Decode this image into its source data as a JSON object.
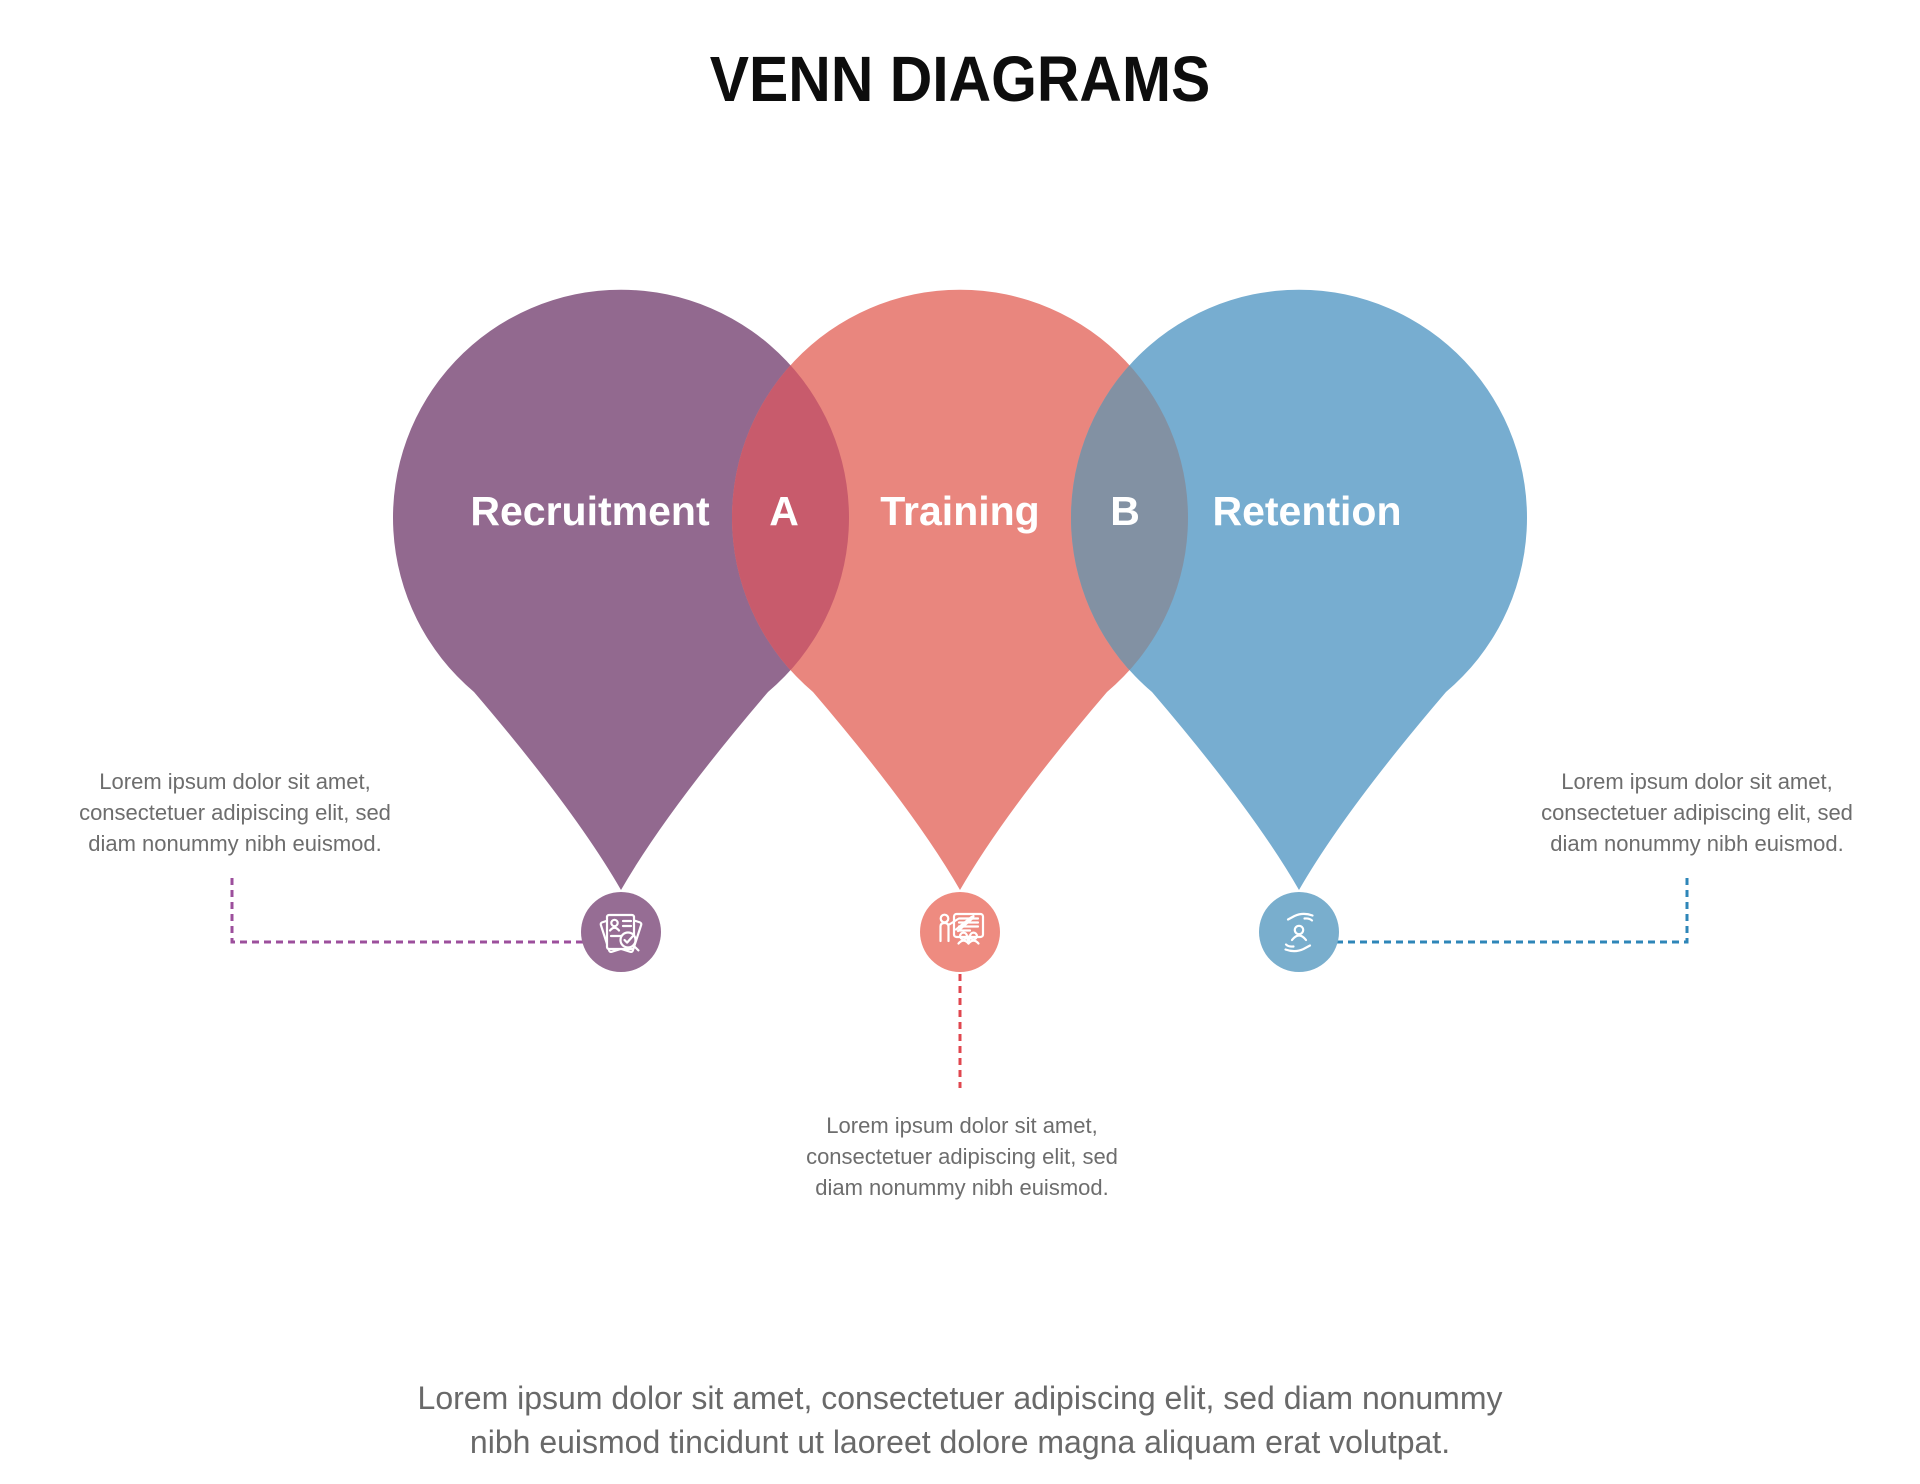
{
  "title": "VENN DIAGRAMS",
  "venn": {
    "sets": [
      {
        "label": "Recruitment",
        "color": "#92698f",
        "icon_circle_color": "#966d94",
        "icon": "resume-search-icon"
      },
      {
        "label": "Training",
        "color": "#e9867e",
        "icon_circle_color": "#ee8b80",
        "icon": "training-presentation-icon"
      },
      {
        "label": "Retention",
        "color": "#77add0",
        "icon_circle_color": "#79aecd",
        "icon": "employee-care-hands-icon"
      }
    ],
    "intersections": [
      {
        "label": "A",
        "color": "#c85b6c"
      },
      {
        "label": "B",
        "color": "#8291a3"
      }
    ]
  },
  "connectors": {
    "left": {
      "color": "#9c4f9c"
    },
    "middle": {
      "color": "#e0474f"
    },
    "right": {
      "color": "#2e86b8"
    }
  },
  "annotations": {
    "left": {
      "lines": [
        "Lorem ipsum dolor sit amet,",
        "consectetuer adipiscing elit, sed",
        "diam nonummy nibh euismod."
      ]
    },
    "middle": {
      "lines": [
        "Lorem ipsum dolor sit amet,",
        "consectetuer adipiscing elit, sed",
        "diam nonummy nibh euismod."
      ]
    },
    "right": {
      "lines": [
        "Lorem ipsum dolor sit amet,",
        "consectetuer adipiscing elit, sed",
        "diam nonummy nibh euismod."
      ]
    }
  },
  "footer": {
    "lines": [
      "Lorem ipsum dolor sit amet, consectetuer adipiscing elit, sed diam nonummy",
      "nibh euismod tincidunt ut laoreet dolore magna aliquam erat volutpat."
    ]
  }
}
